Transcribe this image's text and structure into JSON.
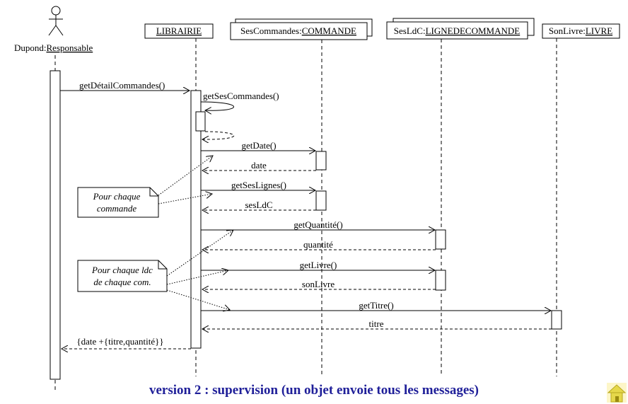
{
  "actor": {
    "label_prefix": "Dupond:",
    "label_class": "Responsable"
  },
  "objects": [
    {
      "prefix": "",
      "name": "LIBRAIRIE",
      "multi": false
    },
    {
      "prefix": "SesCommandes:",
      "name": "COMMANDE",
      "multi": true
    },
    {
      "prefix": "SesLdC:",
      "name": "LIGNEDECOMMANDE",
      "multi": true
    },
    {
      "prefix": "SonLivre:",
      "name": "LIVRE",
      "multi": false
    }
  ],
  "messages": [
    "getDétailCommandes()",
    "getSesCommandes()",
    "getDate()",
    "date",
    "getSesLignes()",
    "sesLdC",
    "getQuantité()",
    "quantité",
    "getLivre()",
    "sonLivre",
    "getTitre()",
    "titre",
    "{date +{titre,quantité}}"
  ],
  "notes": [
    {
      "line1": "Pour chaque",
      "line2": "commande"
    },
    {
      "line1": "Pour chaque ldc",
      "line2": "de chaque com."
    }
  ],
  "caption": "version 2 : supervision (un objet envoie tous les messages)",
  "colors": {
    "caption": "#1f1f99",
    "home_icon": "#e6d84a"
  },
  "home_icon": "home-icon"
}
